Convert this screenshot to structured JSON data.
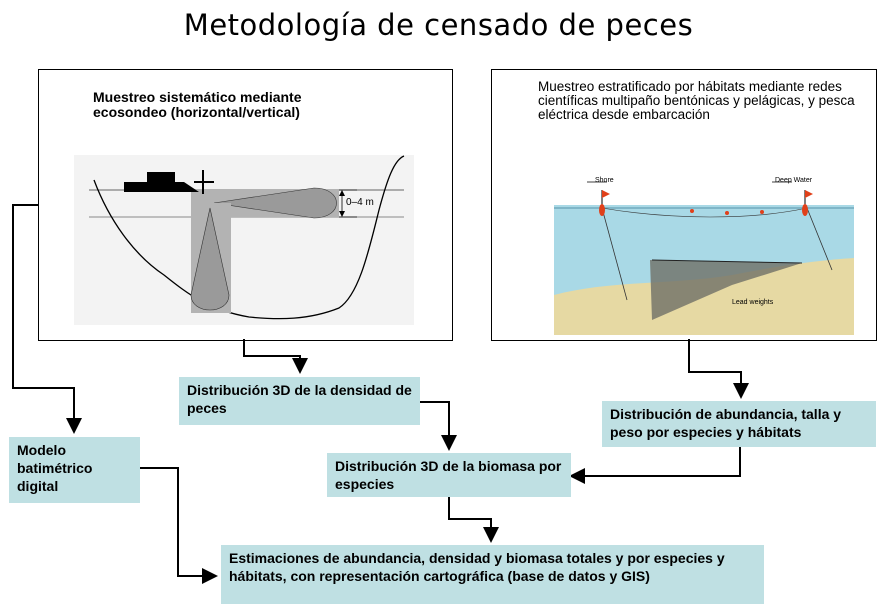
{
  "title": "Metodología de censado de peces",
  "left_panel": {
    "caption": "Muestreo sistemático mediante ecosondeo (horizontal/vertical)",
    "depth_label": "0–4 m"
  },
  "right_panel": {
    "caption": "Muestreo estratificado por hábitats mediante redes científicas multipaño bentónicas y pelágicas, y pesca eléctrica desde embarcación",
    "shore_label": "Shore",
    "deep_label": "Deep Water",
    "weights_label": "Lead weights"
  },
  "boxes": {
    "density": "Distribución 3D de la densidad de peces",
    "abundance": "Distribución de abundancia, talla y peso por especies y hábitats",
    "bathymetric": "Modelo batimétrico digital",
    "biomass": "Distribución 3D de la biomasa por especies",
    "estimates": "Estimaciones de abundancia, densidad y biomasa totales y por especies y hábitats, con representación cartográfica (base de datos y GIS)"
  },
  "colors": {
    "box_fill": "#bfe0e3",
    "water": "#a9d9e6",
    "sand": "#e6d9a3",
    "sonar_beam": "#b3b3b3"
  }
}
